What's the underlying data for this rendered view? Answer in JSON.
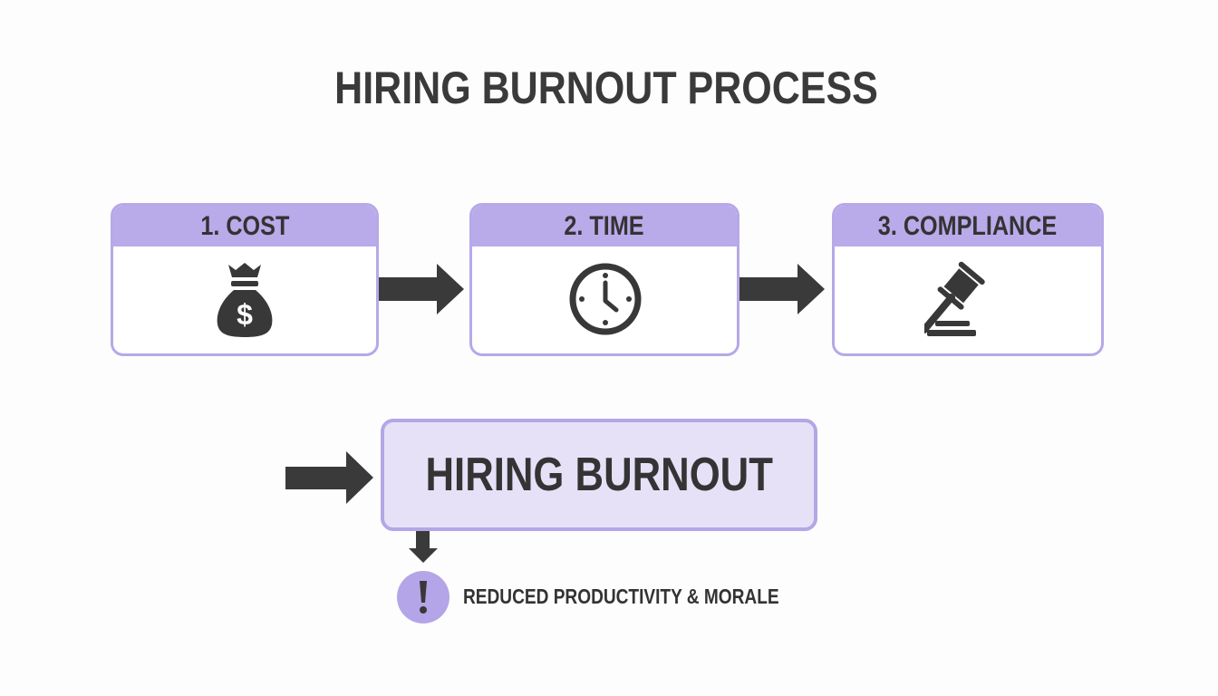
{
  "title": "HIRING BURNOUT PROCESS",
  "steps": [
    {
      "label": "1. COST",
      "icon": "money-bag-icon"
    },
    {
      "label": "2. TIME",
      "icon": "clock-icon"
    },
    {
      "label": "3. COMPLIANCE",
      "icon": "gavel-icon"
    }
  ],
  "outcome": {
    "label": "HIRING BURNOUT"
  },
  "effect": {
    "icon": "exclamation-icon",
    "label": "REDUCED PRODUCTIVITY & MORALE"
  },
  "colors": {
    "header": "#b9aaea",
    "border": "#b7a8e8",
    "outcome_fill": "#e7e1f8",
    "alert_circle": "#b4a5e8",
    "dark": "#383838",
    "background": "#fdfdfd"
  }
}
